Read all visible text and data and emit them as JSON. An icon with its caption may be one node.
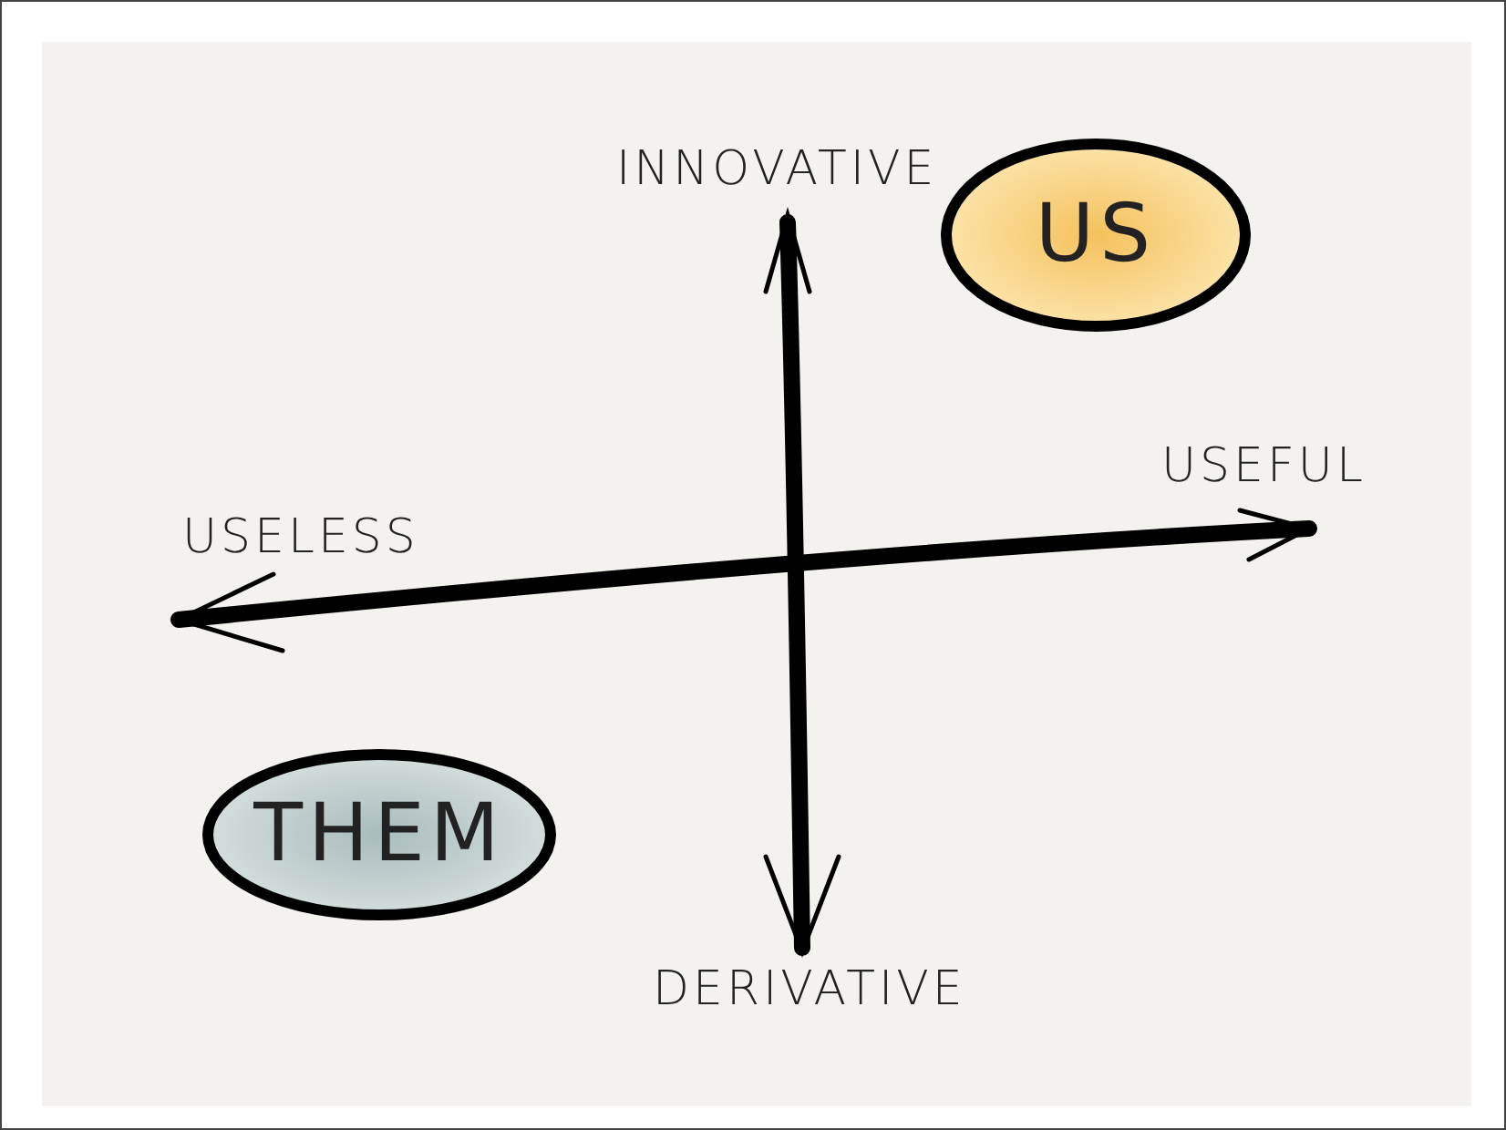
{
  "diagram": {
    "nodes": [
      {
        "text": [
          "US"
        ]
      },
      {
        "text": [
          "THEM"
        ]
      }
    ],
    "labels": [
      "INNOVATIVE",
      "USEFUL",
      "USELESS",
      "DERIVATIVE"
    ]
  }
}
